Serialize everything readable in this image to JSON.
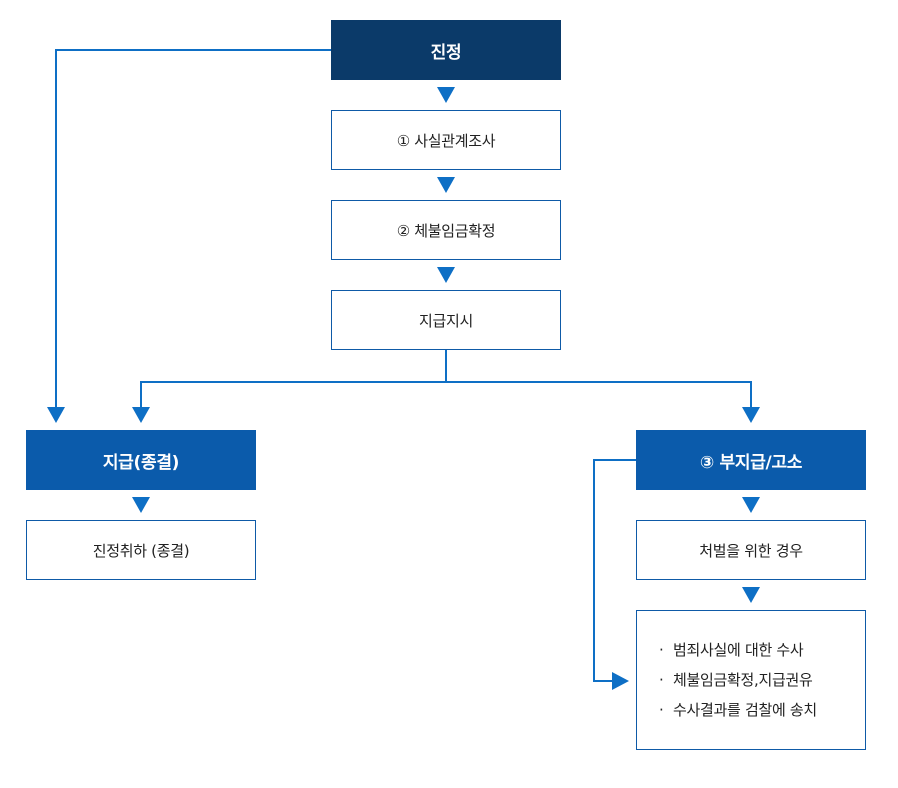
{
  "nodes": {
    "petition": "진정",
    "fact_check": "① 사실관계조사",
    "unpaid_wage_confirm": "② 체불임금확정",
    "payment_order": "지급지시",
    "paid_closed": "지급(종결)",
    "petition_withdrawn": "진정취하 (종결)",
    "unpaid_complaint": "③ 부지급/고소",
    "if_punishment": "처벌을 위한 경우",
    "actions": [
      "범죄사실에 대한 수사",
      "체불임금확정,지급권유",
      "수사결과를 검찰에 송치"
    ]
  },
  "bullet": "·",
  "colors": {
    "dark_box": "#0b3a69",
    "blue_box": "#0b5bab",
    "line": "#0e6fc5",
    "border": "#0e5aa7"
  }
}
